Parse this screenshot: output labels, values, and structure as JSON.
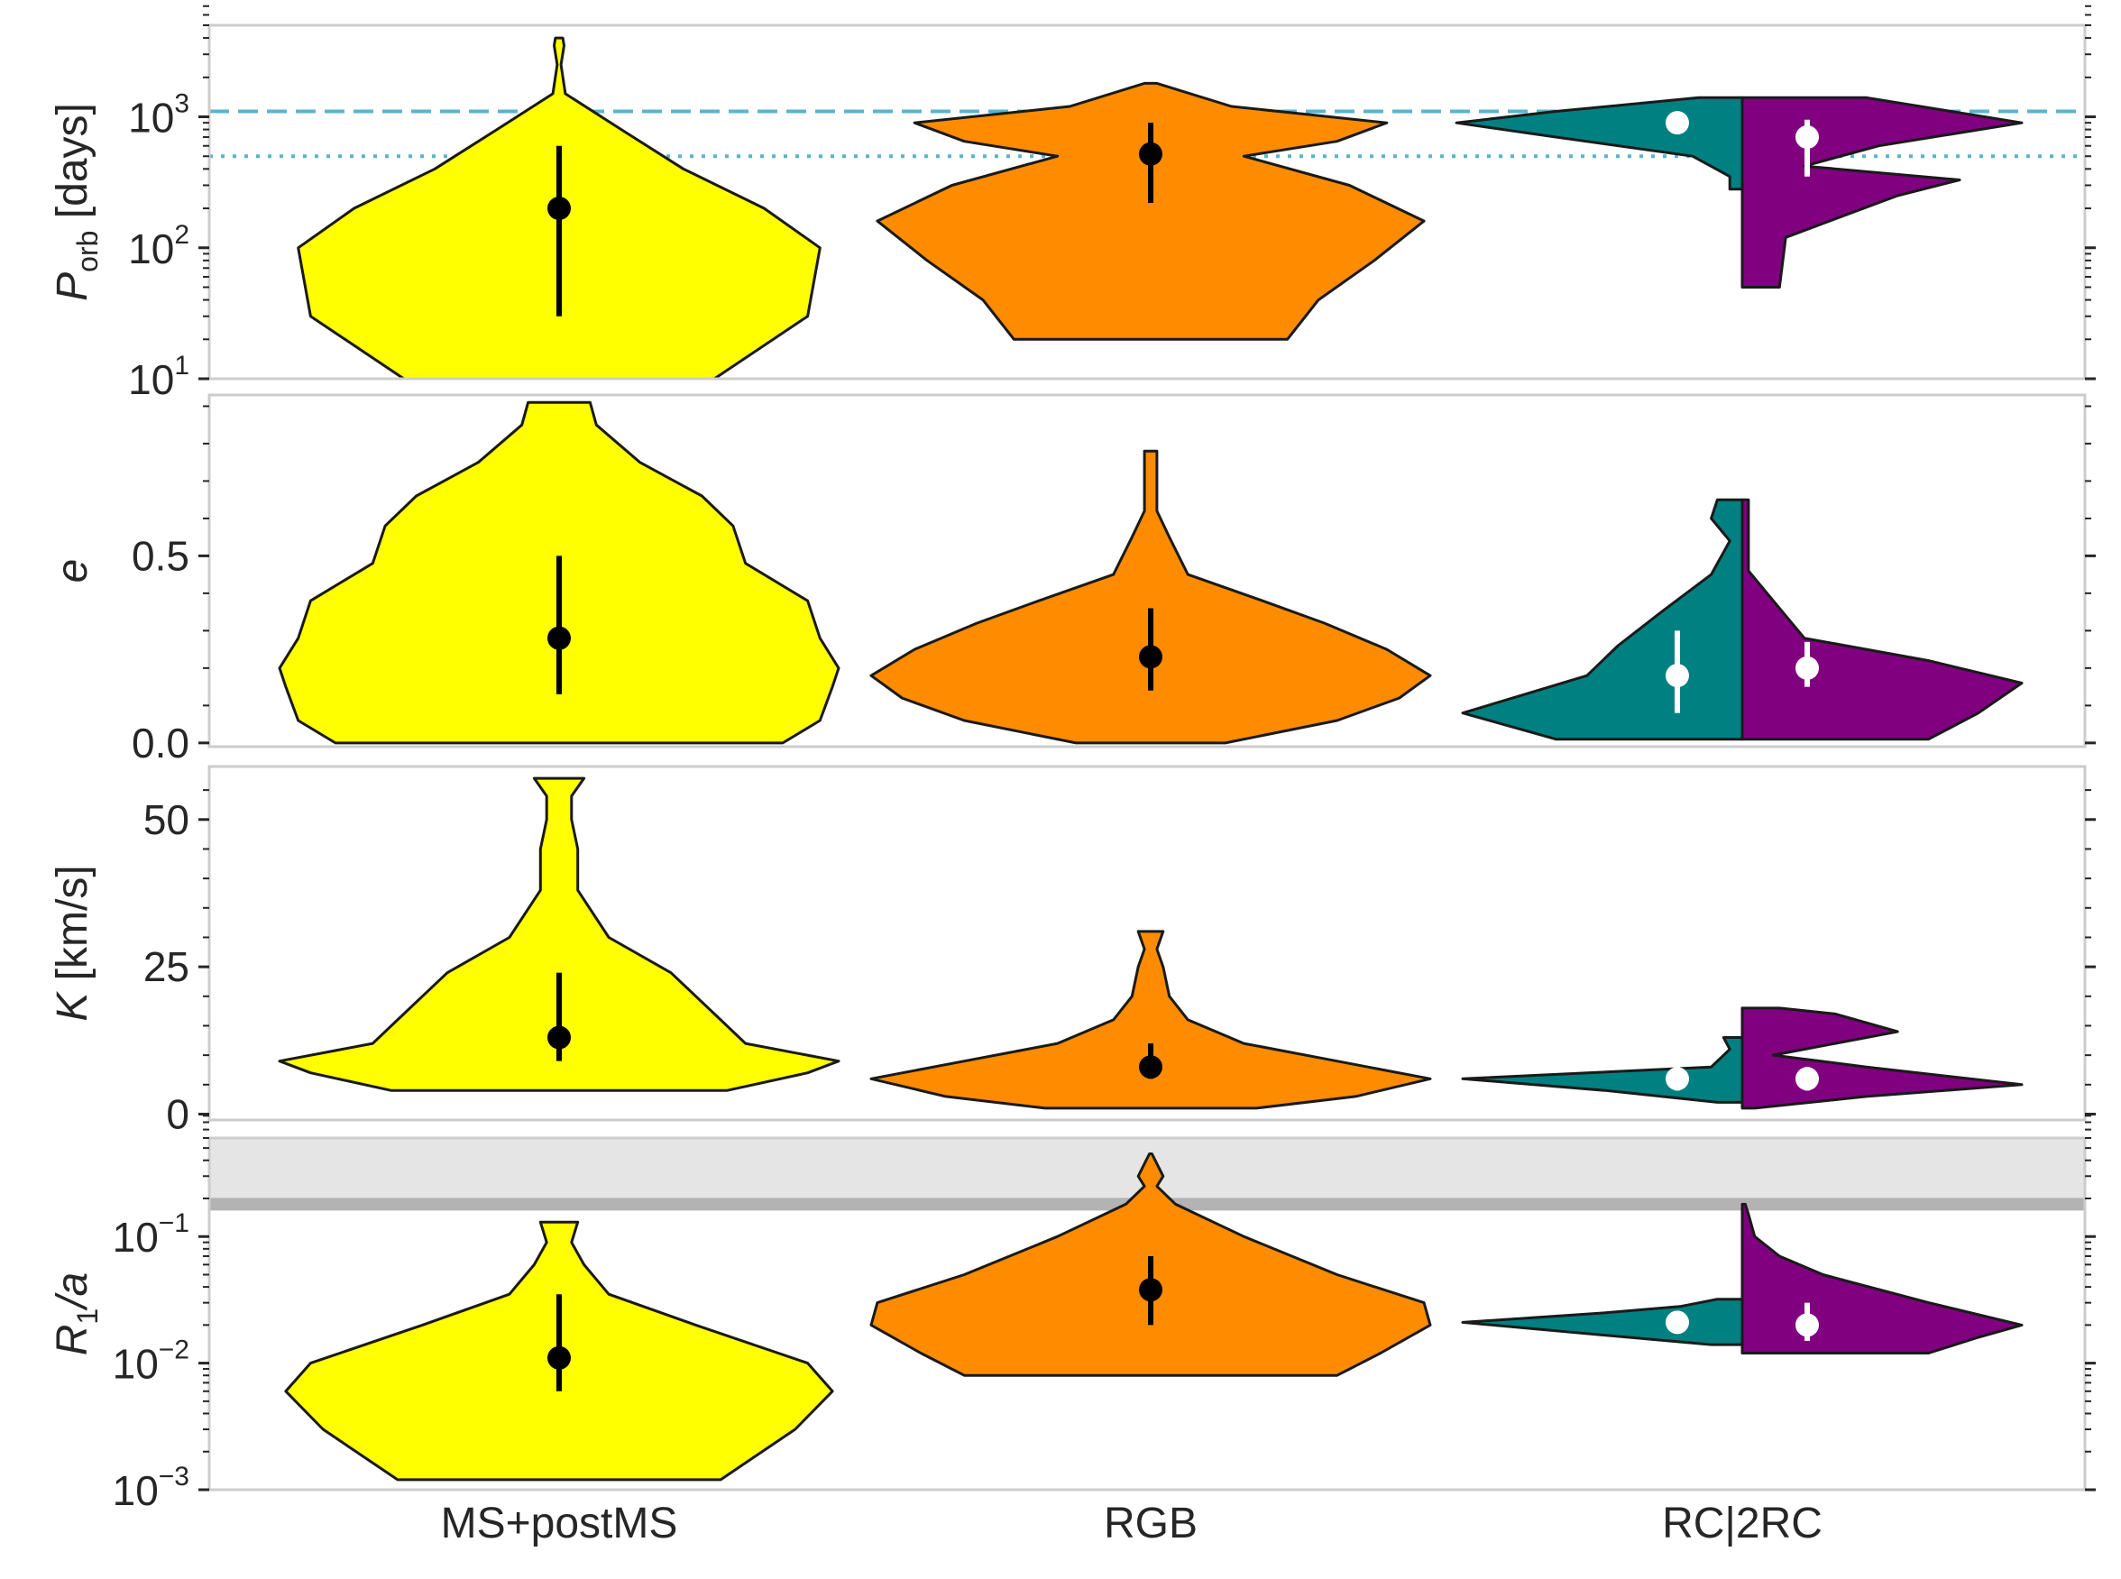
{
  "colors": {
    "ms": "#ffff00",
    "rgb": "#ff8c00",
    "rc": "#008080",
    "rc2": "#800080",
    "edge": "#1a1a1a",
    "frame": "#cccccc",
    "text": "#262626",
    "ref_line": "#5ab4cc",
    "shade_band": "#e5e5e5",
    "shade_line": "#b3b3b3"
  },
  "x_categories": [
    "MS+postMS",
    "RGB",
    "RC|2RC"
  ],
  "panels": [
    {
      "ylabel": "P",
      "ylabel_sub": "orb",
      "ylabel_unit": " [days]",
      "ticks": [
        {
          "base": "10",
          "exp": "1"
        },
        {
          "base": "10",
          "exp": "2"
        },
        {
          "base": "10",
          "exp": "3"
        }
      ]
    },
    {
      "ylabel": "e",
      "ticks": [
        "0.0",
        "0.5"
      ]
    },
    {
      "ylabel": "K",
      "ylabel_unit": " [km/s]",
      "ticks": [
        "0",
        "25",
        "50"
      ]
    },
    {
      "ylabel": "R",
      "ylabel_sub": "1",
      "ylabel_unit": "/a",
      "ticks": [
        {
          "base": "10",
          "exp": "−3"
        },
        {
          "base": "10",
          "exp": "−2"
        },
        {
          "base": "10",
          "exp": "−1"
        }
      ]
    }
  ],
  "chart_data": [
    {
      "type": "violin",
      "ylabel": "P_orb [days]",
      "yscale": "log",
      "ylim": [
        10,
        5000
      ],
      "reference_lines": [
        {
          "value": 1100,
          "style": "dashed"
        },
        {
          "value": 500,
          "style": "dotted"
        }
      ],
      "violins": [
        {
          "category": "MS+postMS",
          "side": "both",
          "color": "#ffff00",
          "min": 10,
          "max": 4000,
          "median": 200,
          "q_low": 30,
          "q_high": 600,
          "profile": [
            [
              10,
              0.25
            ],
            [
              30,
              0.4
            ],
            [
              100,
              0.42
            ],
            [
              200,
              0.33
            ],
            [
              400,
              0.2
            ],
            [
              800,
              0.1
            ],
            [
              1500,
              0.01
            ],
            [
              2500,
              0.003
            ],
            [
              3500,
              0.008
            ],
            [
              4000,
              0.006
            ]
          ]
        },
        {
          "category": "RGB",
          "side": "both",
          "color": "#ff8c00",
          "min": 20,
          "max": 1800,
          "median": 520,
          "q_low": 220,
          "q_high": 900,
          "profile": [
            [
              20,
              0.22
            ],
            [
              40,
              0.27
            ],
            [
              80,
              0.36
            ],
            [
              160,
              0.44
            ],
            [
              300,
              0.32
            ],
            [
              500,
              0.15
            ],
            [
              650,
              0.3
            ],
            [
              900,
              0.38
            ],
            [
              1200,
              0.13
            ],
            [
              1800,
              0.01
            ]
          ]
        },
        {
          "category": "RC|2RC",
          "side": "left",
          "color": "#008080",
          "min": 280,
          "max": 1400,
          "median": 900,
          "profile": [
            [
              280,
              0.02
            ],
            [
              350,
              0.02
            ],
            [
              500,
              0.08
            ],
            [
              700,
              0.3
            ],
            [
              900,
              0.46
            ],
            [
              1100,
              0.3
            ],
            [
              1400,
              0.07
            ]
          ]
        },
        {
          "category": "RC|2RC",
          "side": "right",
          "color": "#800080",
          "min": 50,
          "max": 1400,
          "median": 700,
          "q_low": 350,
          "q_high": 950,
          "profile": [
            [
              50,
              0.06
            ],
            [
              120,
              0.07
            ],
            [
              250,
              0.25
            ],
            [
              330,
              0.35
            ],
            [
              420,
              0.1
            ],
            [
              600,
              0.22
            ],
            [
              900,
              0.45
            ],
            [
              1400,
              0.2
            ]
          ]
        }
      ]
    },
    {
      "type": "violin",
      "ylabel": "e",
      "yscale": "linear",
      "ylim": [
        -0.01,
        0.93
      ],
      "violins": [
        {
          "category": "MS+postMS",
          "side": "both",
          "color": "#ffff00",
          "min": 0.0,
          "max": 0.91,
          "median": 0.28,
          "q_low": 0.13,
          "q_high": 0.5,
          "profile": [
            [
              0.0,
              0.36
            ],
            [
              0.06,
              0.42
            ],
            [
              0.15,
              0.44
            ],
            [
              0.2,
              0.45
            ],
            [
              0.28,
              0.42
            ],
            [
              0.38,
              0.4
            ],
            [
              0.48,
              0.3
            ],
            [
              0.58,
              0.28
            ],
            [
              0.66,
              0.23
            ],
            [
              0.75,
              0.13
            ],
            [
              0.85,
              0.06
            ],
            [
              0.91,
              0.05
            ]
          ]
        },
        {
          "category": "RGB",
          "side": "both",
          "color": "#ff8c00",
          "min": 0.0,
          "max": 0.78,
          "median": 0.23,
          "q_low": 0.14,
          "q_high": 0.36,
          "profile": [
            [
              0.0,
              0.12
            ],
            [
              0.06,
              0.3
            ],
            [
              0.12,
              0.4
            ],
            [
              0.18,
              0.45
            ],
            [
              0.25,
              0.38
            ],
            [
              0.32,
              0.28
            ],
            [
              0.38,
              0.18
            ],
            [
              0.45,
              0.06
            ],
            [
              0.55,
              0.03
            ],
            [
              0.62,
              0.01
            ],
            [
              0.7,
              0.01
            ],
            [
              0.78,
              0.01
            ]
          ]
        },
        {
          "category": "RC|2RC",
          "side": "left",
          "color": "#008080",
          "min": 0.01,
          "max": 0.65,
          "median": 0.18,
          "q_low": 0.08,
          "q_high": 0.3,
          "profile": [
            [
              0.01,
              0.3
            ],
            [
              0.08,
              0.45
            ],
            [
              0.18,
              0.25
            ],
            [
              0.26,
              0.2
            ],
            [
              0.35,
              0.13
            ],
            [
              0.45,
              0.05
            ],
            [
              0.54,
              0.02
            ],
            [
              0.6,
              0.05
            ],
            [
              0.65,
              0.04
            ]
          ]
        },
        {
          "category": "RC|2RC",
          "side": "right",
          "color": "#800080",
          "min": 0.01,
          "max": 0.65,
          "median": 0.2,
          "q_low": 0.15,
          "q_high": 0.27,
          "profile": [
            [
              0.01,
              0.3
            ],
            [
              0.08,
              0.38
            ],
            [
              0.16,
              0.45
            ],
            [
              0.22,
              0.3
            ],
            [
              0.28,
              0.1
            ],
            [
              0.38,
              0.05
            ],
            [
              0.46,
              0.01
            ],
            [
              0.55,
              0.01
            ],
            [
              0.65,
              0.01
            ]
          ]
        }
      ]
    },
    {
      "type": "violin",
      "ylabel": "K [km/s]",
      "yscale": "linear",
      "ylim": [
        -1,
        59
      ],
      "violins": [
        {
          "category": "MS+postMS",
          "side": "both",
          "color": "#ffff00",
          "min": 4,
          "max": 57,
          "median": 13,
          "q_low": 9,
          "q_high": 24,
          "profile": [
            [
              4,
              0.27
            ],
            [
              7,
              0.4
            ],
            [
              9,
              0.45
            ],
            [
              12,
              0.3
            ],
            [
              16,
              0.26
            ],
            [
              20,
              0.22
            ],
            [
              24,
              0.18
            ],
            [
              30,
              0.08
            ],
            [
              38,
              0.03
            ],
            [
              45,
              0.03
            ],
            [
              50,
              0.02
            ],
            [
              54,
              0.02
            ],
            [
              57,
              0.04
            ]
          ]
        },
        {
          "category": "RGB",
          "side": "both",
          "color": "#ff8c00",
          "min": 1,
          "max": 31,
          "median": 8,
          "q_low": 6,
          "q_high": 12,
          "profile": [
            [
              1,
              0.17
            ],
            [
              3,
              0.33
            ],
            [
              6,
              0.45
            ],
            [
              9,
              0.3
            ],
            [
              12,
              0.15
            ],
            [
              16,
              0.06
            ],
            [
              20,
              0.03
            ],
            [
              25,
              0.02
            ],
            [
              28,
              0.01
            ],
            [
              31,
              0.02
            ]
          ]
        },
        {
          "category": "RC|2RC",
          "side": "left",
          "color": "#008080",
          "min": 2,
          "max": 13,
          "median": 6,
          "q_low": 4,
          "q_high": 9,
          "profile": [
            [
              2,
              0.04
            ],
            [
              4,
              0.22
            ],
            [
              6,
              0.45
            ],
            [
              8,
              0.05
            ],
            [
              11,
              0.02
            ],
            [
              13,
              0.03
            ]
          ]
        },
        {
          "category": "RC|2RC",
          "side": "right",
          "color": "#800080",
          "min": 1,
          "max": 18,
          "median": 6,
          "q_low": 4,
          "q_high": 8,
          "profile": [
            [
              1,
              0.02
            ],
            [
              3,
              0.2
            ],
            [
              5,
              0.45
            ],
            [
              8,
              0.2
            ],
            [
              10,
              0.05
            ],
            [
              14,
              0.25
            ],
            [
              17,
              0.15
            ],
            [
              18,
              0.06
            ]
          ]
        }
      ]
    },
    {
      "type": "violin",
      "ylabel": "R_1/a",
      "yscale": "log",
      "ylim": [
        0.001,
        0.6
      ],
      "shaded_band": [
        0.18,
        0.6
      ],
      "violins": [
        {
          "category": "MS+postMS",
          "side": "both",
          "color": "#ffff00",
          "min": 0.0012,
          "max": 0.13,
          "median": 0.011,
          "q_low": 0.006,
          "q_high": 0.035,
          "profile": [
            [
              0.0012,
              0.26
            ],
            [
              0.003,
              0.38
            ],
            [
              0.006,
              0.44
            ],
            [
              0.01,
              0.4
            ],
            [
              0.02,
              0.22
            ],
            [
              0.035,
              0.08
            ],
            [
              0.06,
              0.04
            ],
            [
              0.09,
              0.02
            ],
            [
              0.13,
              0.03
            ]
          ]
        },
        {
          "category": "RGB",
          "side": "both",
          "color": "#ff8c00",
          "min": 0.008,
          "max": 0.45,
          "median": 0.038,
          "q_low": 0.02,
          "q_high": 0.07,
          "profile": [
            [
              0.008,
              0.3
            ],
            [
              0.012,
              0.37
            ],
            [
              0.02,
              0.45
            ],
            [
              0.03,
              0.44
            ],
            [
              0.05,
              0.3
            ],
            [
              0.1,
              0.15
            ],
            [
              0.18,
              0.04
            ],
            [
              0.25,
              0.01
            ],
            [
              0.3,
              0.02
            ],
            [
              0.45,
              0.002
            ]
          ]
        },
        {
          "category": "RC|2RC",
          "side": "left",
          "color": "#008080",
          "min": 0.014,
          "max": 0.032,
          "median": 0.021,
          "profile": [
            [
              0.014,
              0.05
            ],
            [
              0.018,
              0.3
            ],
            [
              0.021,
              0.45
            ],
            [
              0.025,
              0.22
            ],
            [
              0.028,
              0.1
            ],
            [
              0.032,
              0.04
            ]
          ]
        },
        {
          "category": "RC|2RC",
          "side": "right",
          "color": "#800080",
          "min": 0.012,
          "max": 0.18,
          "median": 0.02,
          "q_low": 0.015,
          "q_high": 0.03,
          "profile": [
            [
              0.012,
              0.3
            ],
            [
              0.016,
              0.38
            ],
            [
              0.02,
              0.45
            ],
            [
              0.03,
              0.3
            ],
            [
              0.05,
              0.13
            ],
            [
              0.07,
              0.06
            ],
            [
              0.1,
              0.02
            ],
            [
              0.15,
              0.01
            ],
            [
              0.18,
              0.005
            ]
          ]
        }
      ]
    }
  ]
}
